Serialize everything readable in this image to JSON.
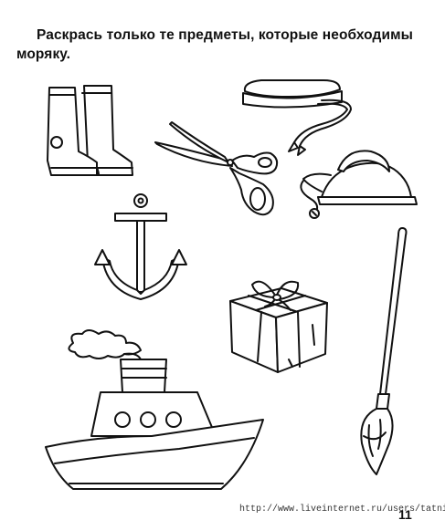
{
  "worksheet": {
    "instruction": "Раскрась только те предметы, которые необходимы моряку.",
    "footer_url": "http://www.liveinternet.ru/users/tatnika/",
    "page_number": "11"
  },
  "pictures": [
    {
      "id": "boots",
      "icon": "rubber-boots-icon"
    },
    {
      "id": "sailor-cap",
      "icon": "sailor-cap-icon"
    },
    {
      "id": "scissors",
      "icon": "scissors-icon"
    },
    {
      "id": "iron",
      "icon": "iron-icon"
    },
    {
      "id": "anchor",
      "icon": "anchor-icon"
    },
    {
      "id": "gift-box",
      "icon": "gift-box-icon"
    },
    {
      "id": "paintbrush",
      "icon": "paintbrush-icon"
    },
    {
      "id": "ship",
      "icon": "ship-icon"
    }
  ],
  "colors": {
    "ink": "#111111",
    "paper": "#ffffff"
  }
}
